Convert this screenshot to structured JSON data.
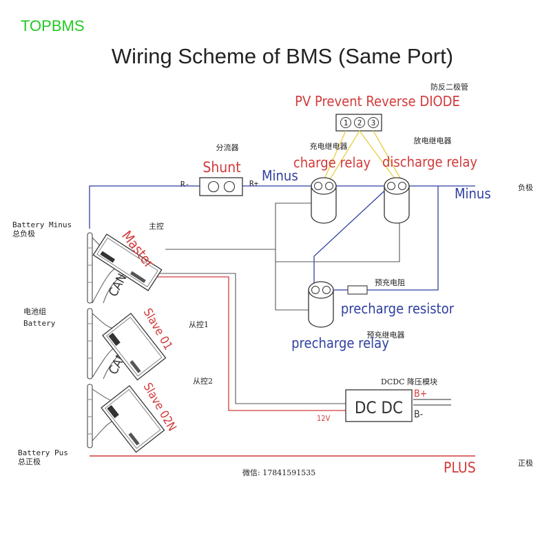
{
  "brand": "TOPBMS",
  "title": "Wiring Scheme of BMS (Same Port)",
  "labels": {
    "diode_cn": "防反二极管",
    "diode_en": "PV Prevent Reverse DIODE",
    "diode_pins": [
      "1",
      "2",
      "3"
    ],
    "shunt_cn": "分流器",
    "shunt_en": "Shunt",
    "r_minus": "R-",
    "r_plus": "R+",
    "minus_mid": "Minus",
    "charge_relay_cn": "充电继电器",
    "charge_relay_en": "charge relay",
    "discharge_relay_cn": "放电继电器",
    "discharge_relay_en": "discharge relay",
    "minus_right": "Minus",
    "load_minus_cn": "负极",
    "battery_minus_en": "Battery Minus",
    "battery_minus_cn": "总负极",
    "master_cn": "主控",
    "master_en": "Master",
    "can_1": "CAN",
    "can_2": "CAN",
    "battery_pack_cn": "电池组",
    "battery_pack_en": "Battery",
    "slave1_cn": "从控1",
    "slave1_en": "Slave 01",
    "slave2_cn": "从控2",
    "slave2_en": "Slave 02N",
    "precharge_resistor_cn": "预充电阻",
    "precharge_resistor_en": "precharge resistor",
    "precharge_relay_cn": "预充继电器",
    "precharge_relay_en": "precharge relay",
    "dcdc_cn": "DCDC 降压模块",
    "dcdc_label": "DC  DC",
    "b_plus": "B+",
    "b_minus": "B-",
    "v12": "12V",
    "battery_plus_en": "Battery Pus",
    "battery_plus_cn": "总正极",
    "wechat": "微信: 17841591535",
    "plus": "PLUS",
    "load_plus_cn": "正极"
  },
  "colors": {
    "wire_negative": "#2e3fa0",
    "wire_positive": "#d23a3a",
    "wire_signal": "#444444",
    "diode_link": "#e6d24a",
    "brand": "#22c922"
  }
}
